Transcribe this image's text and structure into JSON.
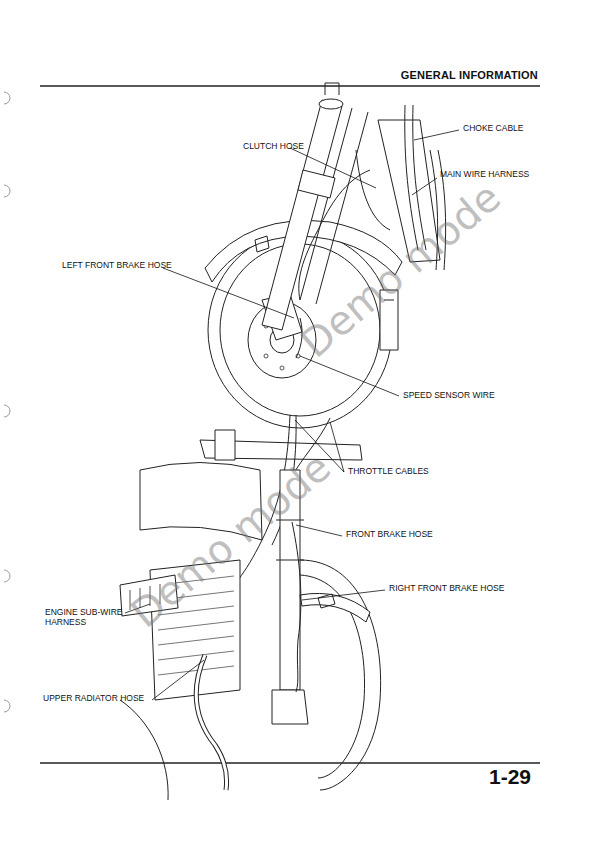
{
  "diagram": {
    "title": "GENERAL INFORMATION",
    "labels": [
      "CHOKE CABLE",
      "CLUTCH HOSE",
      "MAIN WIRE HARNESS",
      "LEFT FRONT BRAKE HOSE",
      "SPEED SENSOR WIRE",
      "THROTTLE CABLES",
      "FRONT BRAKE HOSE",
      "RIGHT FRONT BRAKE HOSE",
      "ENGINE SUB-WIRE HARNESS",
      "UPPER RADIATOR HOSE",
      "1-29",
      "Demo mode",
      "Demo mode"
    ]
  }
}
